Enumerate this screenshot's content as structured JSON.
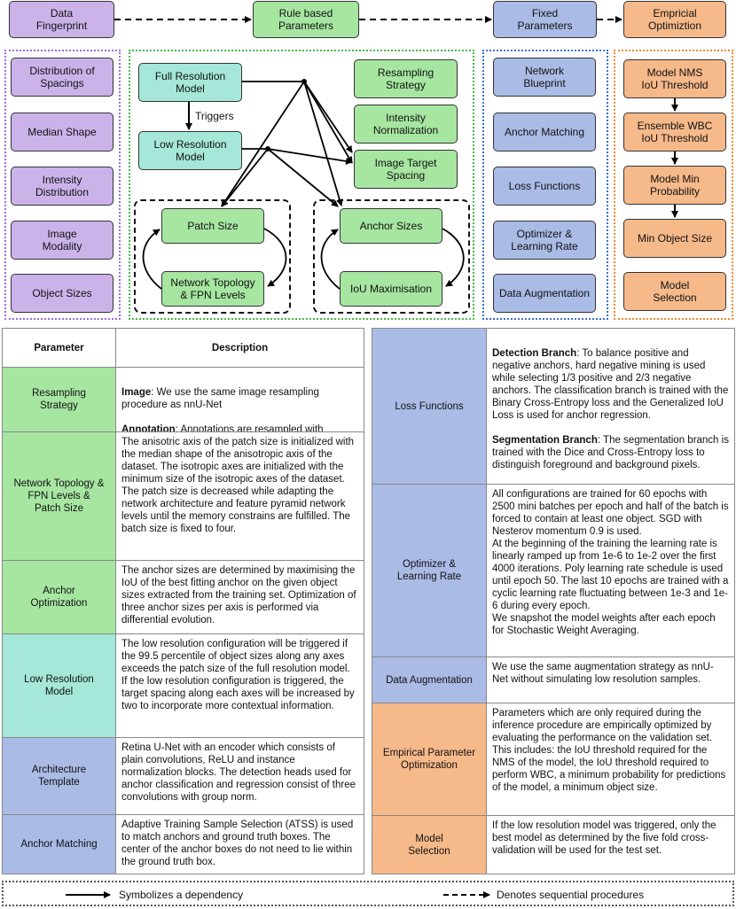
{
  "top_flow": {
    "data_fingerprint": "Data\nFingerprint",
    "rule_based": "Rule based\nParameters",
    "fixed": "Fixed\nParameters",
    "empirical": "Empricial\nOptimiztion"
  },
  "fingerprint_items": [
    "Distribution of\nSpacings",
    "Median Shape",
    "Intensity\nDistribution",
    "Image\nModality",
    "Object Sizes"
  ],
  "rule_panel": {
    "full_res": "Full Resolution\nModel",
    "triggers": "Triggers",
    "low_res": "Low Resolution\nModel",
    "resampling": "Resampling\nStrategy",
    "intensity_norm": "Intensity\nNormalization",
    "image_target": "Image Target\nSpacing",
    "patch_size": "Patch Size",
    "network_topology": "Network Topology\n& FPN Levels",
    "anchor_sizes": "Anchor Sizes",
    "iou_max": "IoU Maximisation"
  },
  "fixed_items": [
    "Network\nBlueprint",
    "Anchor Matching",
    "Loss Functions",
    "Optimizer &\nLearning Rate",
    "Data Augmentation"
  ],
  "empirical_items": [
    "Model NMS\nIoU Threshold",
    "Ensemble WBC\nIoU Threshold",
    "Model Min\nProbability",
    "Min Object Size",
    "Model\nSelection"
  ],
  "left_table": {
    "col_param": "Parameter",
    "col_desc": "Description",
    "rows": [
      {
        "param": "Resampling\nStrategy",
        "desc_parts": [
          {
            "bold": "Image",
            "text": ": We use the same image resampling procedure as nnU-Net"
          },
          {
            "bold": "Annotation",
            "text": ": Annotations are resampled with nearest neighbor"
          }
        ]
      },
      {
        "param": "Network Topology &\nFPN Levels &\nPatch Size",
        "desc": "The anisotric axis of the patch size is initialized with the median shape of the anisotropic axis of the dataset. The isotropic axes are initialized with the minimum size of the isotropic axes of the dataset.\nThe patch size is decreased while adapting the network architecture and feature pyramid network levels until the memory constrains are fulfilled. The batch size is fixed to four."
      },
      {
        "param": "Anchor\nOptimization",
        "desc": "The anchor sizes are determined by maximising the IoU of the best fitting anchor on the given object sizes extracted from the training set. Optimization of three anchor sizes per axis is performed via differential evolution."
      },
      {
        "param": "Low Resolution\nModel",
        "desc": "The low resolution configuration will be triggered if the 99.5 percentile of object sizes along any axes exceeds the patch size of the full resolution model. If the low resolution configuration is triggered, the target spacing along each axes will be increased by two to incorporate more contextual information."
      },
      {
        "param": "Architecture\nTemplate",
        "desc": "Retina U-Net with an encoder which consists of plain convolutions, ReLU and instance normalization blocks. The detection heads used for anchor classification and regression consist of three convolutions with group norm."
      },
      {
        "param": "Anchor Matching",
        "desc": "Adaptive Training Sample Selection (ATSS) is used to match anchors and ground truth boxes. The center of the anchor boxes do not need to lie within the ground truth box."
      }
    ]
  },
  "right_table": {
    "rows": [
      {
        "param": "Loss Functions",
        "desc_parts": [
          {
            "bold": "Detection Branch",
            "text": ": To balance positive and negative anchors, hard negative mining is used while selecting 1/3 positive and 2/3 negative anchors. The classification branch is trained with the Binary Cross-Entropy loss and the Generalized IoU Loss is used for anchor regression."
          },
          {
            "bold": "Segmentation Branch",
            "text": ": The segmentation branch is trained with the Dice and Cross-Entropy loss to distinguish foreground and background pixels."
          }
        ]
      },
      {
        "param": "Optimizer &\nLearning Rate",
        "desc": "All configurations are trained for 60 epochs with 2500 mini batches per epoch and half of the batch is forced to contain at least one object. SGD with Nesterov momentum 0.9 is used.\nAt the beginning of the training the learning rate is linearly ramped up from 1e-6 to 1e-2 over the first 4000 iterations. Poly learning rate schedule is used until epoch 50. The last 10 epochs are trained with a cyclic learning rate fluctuating between 1e-3 and 1e-6 during every epoch.\nWe snapshot the model weights after each epoch for Stochastic Weight Averaging."
      },
      {
        "param": "Data Augmentation",
        "desc": "We use the same augmentation strategy as nnU-Net without simulating low resolution samples."
      },
      {
        "param": "Empirical Parameter\nOptimization",
        "desc": "Parameters which are only required during the inference procedure are empirically optimized by evaluating the performance on the validation set. This includes: the IoU threshold required for the NMS of the model, the IoU threshold required to perform WBC, a minimum probability for predictions of the model, a minimum object size."
      },
      {
        "param": "Model\nSelection",
        "desc": "If the low resolution model was triggered, only the best model as determined by the five fold cross-validation will be used for the test set."
      }
    ]
  },
  "legend": {
    "solid": "Symbolizes a dependency",
    "dashed": "Denotes sequential procedures"
  },
  "colors": {
    "purple": "#cbb3ea",
    "green": "#a6e6a1",
    "teal": "#a5e7d8",
    "blue": "#aabbe6",
    "orange": "#f6b98a"
  }
}
